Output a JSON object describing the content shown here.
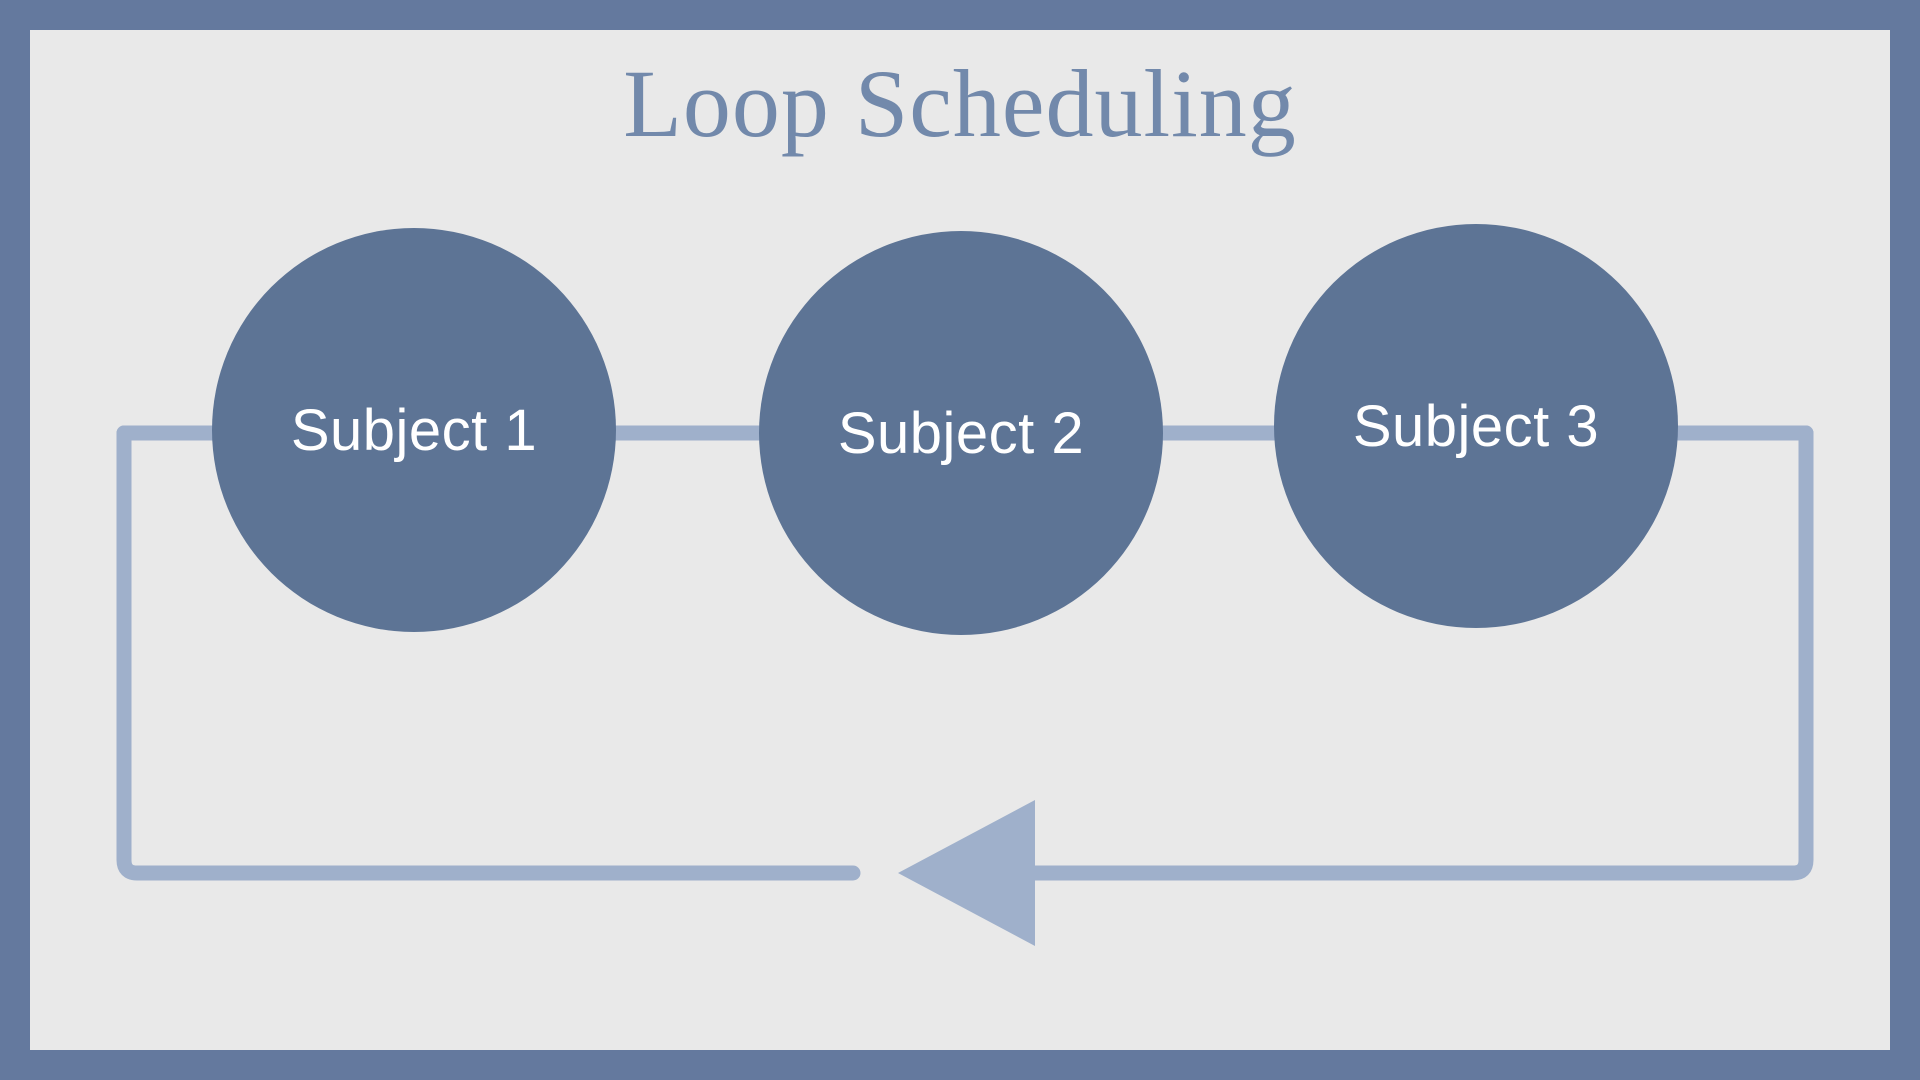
{
  "title": "Loop Scheduling",
  "nodes": [
    {
      "id": "subject-1",
      "label": "Subject 1"
    },
    {
      "id": "subject-2",
      "label": "Subject 2"
    },
    {
      "id": "subject-3",
      "label": "Subject 3"
    }
  ],
  "flow": {
    "description": "loop-back-arrow",
    "direction": "left"
  },
  "colors": {
    "frame_border": "#64799e",
    "background": "#e9e9e9",
    "node_fill": "#5d7495",
    "node_text": "#ffffff",
    "connector": "#9fb0cb",
    "title_text": "#7289ab"
  }
}
